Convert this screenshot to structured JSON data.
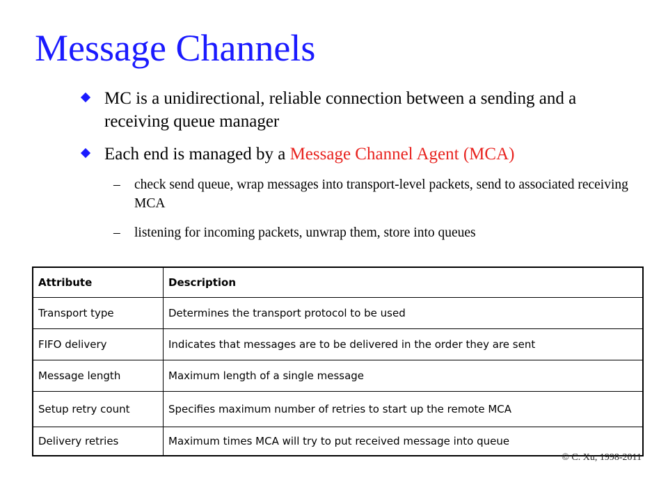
{
  "title": "Message Channels",
  "bullets": [
    {
      "text": "MC is a unidirectional, reliable connection between a sending and a receiving queue manager"
    },
    {
      "prefix": "Each end is managed by a ",
      "highlight": "Message Channel Agent (MCA)"
    }
  ],
  "sub_items": [
    "check send queue, wrap messages into transport-level packets, send to associated receiving MCA",
    "listening for incoming packets, unwrap them, store into queues"
  ],
  "dash": "–",
  "table": {
    "headers": [
      "Attribute",
      "Description"
    ],
    "rows": [
      [
        "Transport type",
        "Determines the transport protocol to be used"
      ],
      [
        "FIFO delivery",
        "Indicates that messages are to be delivered in the order they are sent"
      ],
      [
        "Message length",
        "Maximum length of a single message"
      ],
      [
        "Setup retry count",
        "Specifies maximum number of retries to start up the remote MCA"
      ],
      [
        "Delivery retries",
        "Maximum times MCA will try to put received message into queue"
      ]
    ]
  },
  "copyright": "© C. Xu, 1998-2011",
  "colors": {
    "title": "#1a1aff",
    "bullet": "#1a1aff",
    "highlight": "#e8231f"
  }
}
